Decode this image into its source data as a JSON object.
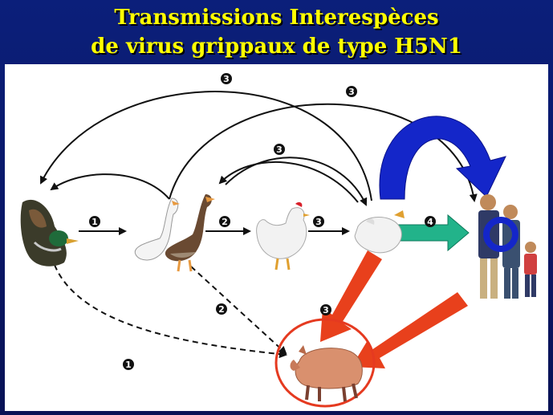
{
  "title": {
    "line1": "Transmissions Interespèces",
    "line2": "de virus grippaux de type H5N1"
  },
  "diagram": {
    "nodes": [
      "duck-icon",
      "goose-icon",
      "chicken-icon",
      "processed-chicken-icon",
      "humans-icon",
      "pig-icon"
    ],
    "route_markers": [
      "1",
      "2",
      "3",
      "3",
      "3",
      "4",
      "1",
      "2",
      "3",
      "3"
    ],
    "colors": {
      "arrow_line": "#111111",
      "arrow_teal": "#22b38a",
      "arrow_red": "#e8401c",
      "arrow_blue": "#1426c9",
      "circle_red": "#e53a20"
    }
  }
}
